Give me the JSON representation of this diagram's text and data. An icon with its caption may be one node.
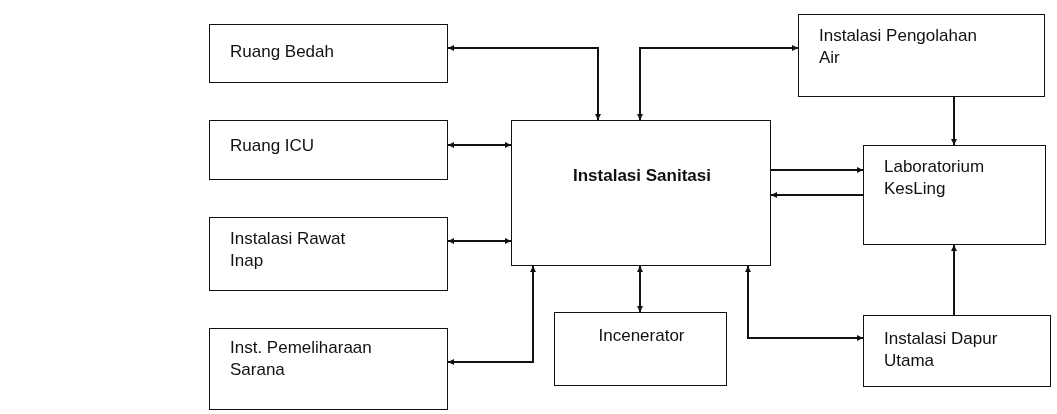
{
  "diagram": {
    "nodes": [
      {
        "text": [
          "Ruang Bedah"
        ]
      },
      {
        "text": [
          "Instalasi Pengolahan Air"
        ]
      },
      {
        "text": [
          "Ruang ICU"
        ]
      },
      {
        "text": [
          "Instalasi Sanitasi"
        ]
      },
      {
        "text": [
          "Laboratorium KesLing"
        ]
      },
      {
        "text": [
          "Instalasi Rawat Inap"
        ]
      },
      {
        "text": [
          "Inst. Pemeliharaan Sarana"
        ]
      },
      {
        "text": [
          "Incenerator"
        ]
      },
      {
        "text": [
          "Instalasi Dapur Utama"
        ]
      }
    ],
    "edges": [
      {
        "from": 3,
        "to": 0,
        "arrow": "both"
      },
      {
        "from": 3,
        "to": 1,
        "arrow": "both"
      },
      {
        "from": 2,
        "to": 3,
        "arrow": "both"
      },
      {
        "from": 5,
        "to": 3,
        "arrow": "both"
      },
      {
        "from": 6,
        "to": 3,
        "arrow": "both"
      },
      {
        "from": 3,
        "to": 7,
        "arrow": "both"
      },
      {
        "from": 3,
        "to": 8,
        "arrow": "both"
      },
      {
        "from": 3,
        "to": 4,
        "arrow": "to"
      },
      {
        "from": 4,
        "to": 3,
        "arrow": "to"
      },
      {
        "from": 1,
        "to": 4,
        "arrow": "to"
      },
      {
        "from": 8,
        "to": 4,
        "arrow": "to"
      }
    ]
  }
}
